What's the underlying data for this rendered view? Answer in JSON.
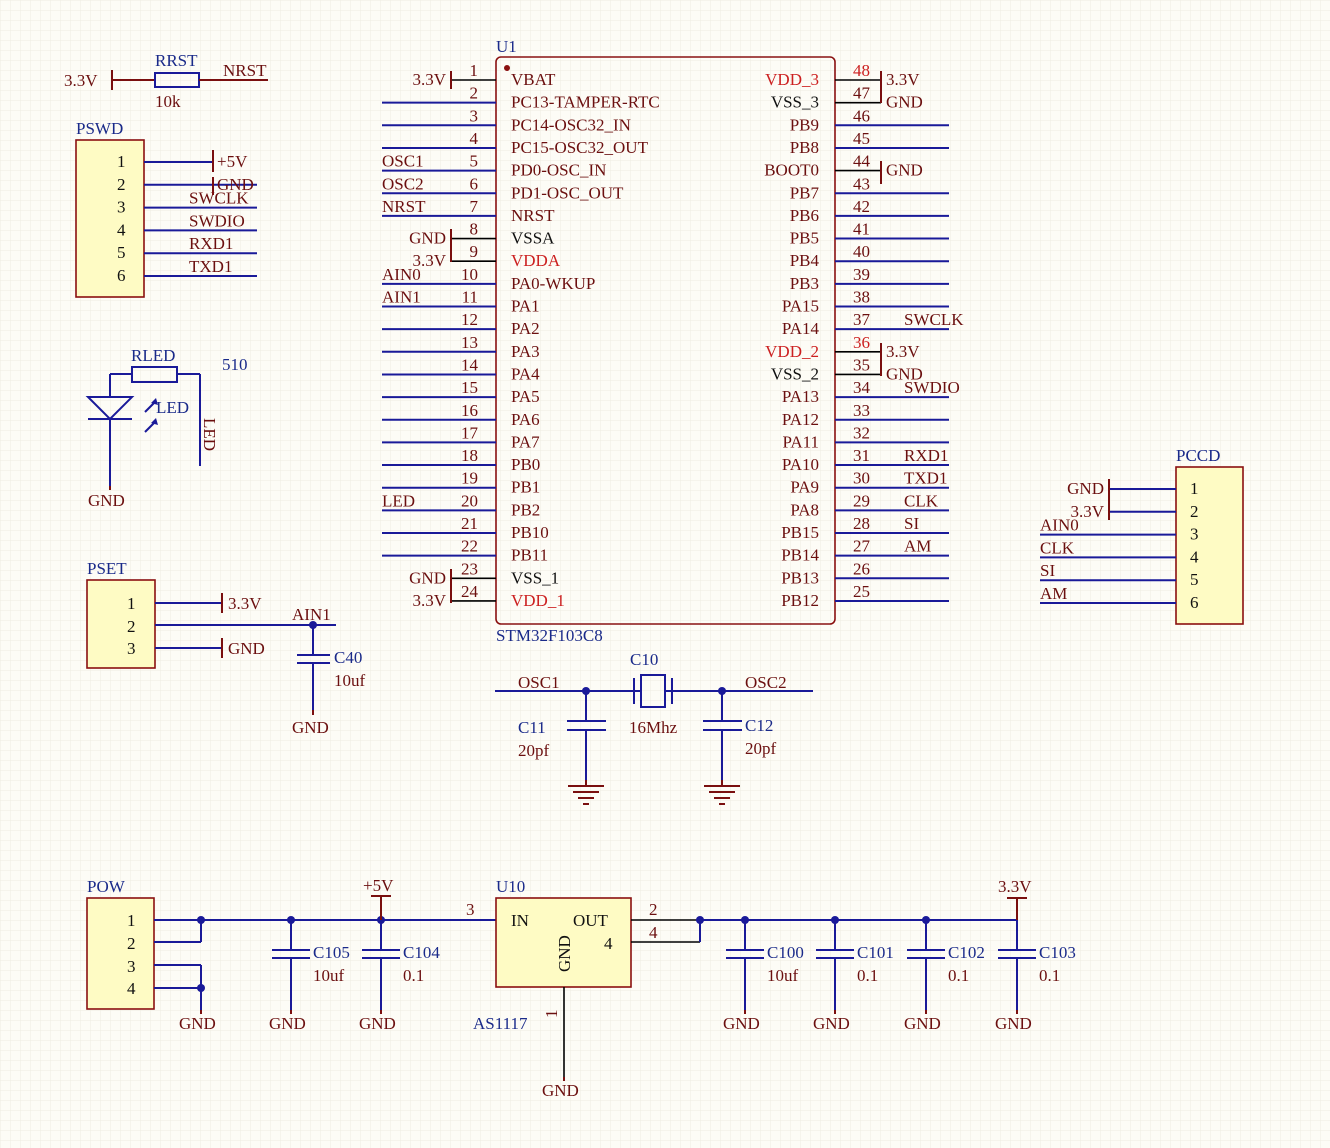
{
  "u1": {
    "designator": "U1",
    "part": "STM32F103C8",
    "left_pins": [
      {
        "num": "1",
        "name": "VBAT",
        "net": "3.3V",
        "name_color": "dark"
      },
      {
        "num": "2",
        "name": "PC13-TAMPER-RTC",
        "net": "",
        "name_color": "dark"
      },
      {
        "num": "3",
        "name": "PC14-OSC32_IN",
        "net": "",
        "name_color": "dark"
      },
      {
        "num": "4",
        "name": "PC15-OSC32_OUT",
        "net": "",
        "name_color": "dark"
      },
      {
        "num": "5",
        "name": "PD0-OSC_IN",
        "net": "OSC1",
        "name_color": "dark"
      },
      {
        "num": "6",
        "name": "PD1-OSC_OUT",
        "net": "OSC2",
        "name_color": "dark"
      },
      {
        "num": "7",
        "name": "NRST",
        "net": "NRST",
        "name_color": "dark"
      },
      {
        "num": "8",
        "name": "VSSA",
        "net": "GND",
        "name_color": "black"
      },
      {
        "num": "9",
        "name": "VDDA",
        "net": "3.3V",
        "name_color": "red"
      },
      {
        "num": "10",
        "name": "PA0-WKUP",
        "net": "AIN0",
        "name_color": "dark"
      },
      {
        "num": "11",
        "name": "PA1",
        "net": "AIN1",
        "name_color": "dark"
      },
      {
        "num": "12",
        "name": "PA2",
        "net": "",
        "name_color": "dark"
      },
      {
        "num": "13",
        "name": "PA3",
        "net": "",
        "name_color": "dark"
      },
      {
        "num": "14",
        "name": "PA4",
        "net": "",
        "name_color": "dark"
      },
      {
        "num": "15",
        "name": "PA5",
        "net": "",
        "name_color": "dark"
      },
      {
        "num": "16",
        "name": "PA6",
        "net": "",
        "name_color": "dark"
      },
      {
        "num": "17",
        "name": "PA7",
        "net": "",
        "name_color": "dark"
      },
      {
        "num": "18",
        "name": "PB0",
        "net": "",
        "name_color": "dark"
      },
      {
        "num": "19",
        "name": "PB1",
        "net": "",
        "name_color": "dark"
      },
      {
        "num": "20",
        "name": "PB2",
        "net": "LED",
        "name_color": "dark"
      },
      {
        "num": "21",
        "name": "PB10",
        "net": "",
        "name_color": "dark"
      },
      {
        "num": "22",
        "name": "PB11",
        "net": "",
        "name_color": "dark"
      },
      {
        "num": "23",
        "name": "VSS_1",
        "net": "GND",
        "name_color": "black"
      },
      {
        "num": "24",
        "name": "VDD_1",
        "net": "3.3V",
        "name_color": "red"
      }
    ],
    "right_pins": [
      {
        "num": "48",
        "name": "VDD_3",
        "net": "3.3V",
        "name_color": "red"
      },
      {
        "num": "47",
        "name": "VSS_3",
        "net": "GND",
        "name_color": "black"
      },
      {
        "num": "46",
        "name": "PB9",
        "net": "",
        "name_color": "dark"
      },
      {
        "num": "45",
        "name": "PB8",
        "net": "",
        "name_color": "dark"
      },
      {
        "num": "44",
        "name": "BOOT0",
        "net": "GND",
        "name_color": "dark"
      },
      {
        "num": "43",
        "name": "PB7",
        "net": "",
        "name_color": "dark"
      },
      {
        "num": "42",
        "name": "PB6",
        "net": "",
        "name_color": "dark"
      },
      {
        "num": "41",
        "name": "PB5",
        "net": "",
        "name_color": "dark"
      },
      {
        "num": "40",
        "name": "PB4",
        "net": "",
        "name_color": "dark"
      },
      {
        "num": "39",
        "name": "PB3",
        "net": "",
        "name_color": "dark"
      },
      {
        "num": "38",
        "name": "PA15",
        "net": "",
        "name_color": "dark"
      },
      {
        "num": "37",
        "name": "PA14",
        "net": "SWCLK",
        "name_color": "dark"
      },
      {
        "num": "36",
        "name": "VDD_2",
        "net": "3.3V",
        "name_color": "red"
      },
      {
        "num": "35",
        "name": "VSS_2",
        "net": "GND",
        "name_color": "black"
      },
      {
        "num": "34",
        "name": "PA13",
        "net": "SWDIO",
        "name_color": "dark"
      },
      {
        "num": "33",
        "name": "PA12",
        "net": "",
        "name_color": "dark"
      },
      {
        "num": "32",
        "name": "PA11",
        "net": "",
        "name_color": "dark"
      },
      {
        "num": "31",
        "name": "PA10",
        "net": "RXD1",
        "name_color": "dark"
      },
      {
        "num": "30",
        "name": "PA9",
        "net": "TXD1",
        "name_color": "dark"
      },
      {
        "num": "29",
        "name": "PA8",
        "net": "CLK",
        "name_color": "dark"
      },
      {
        "num": "28",
        "name": "PB15",
        "net": "SI",
        "name_color": "dark"
      },
      {
        "num": "27",
        "name": "PB14",
        "net": "AM",
        "name_color": "dark"
      },
      {
        "num": "26",
        "name": "PB13",
        "net": "",
        "name_color": "dark"
      },
      {
        "num": "25",
        "name": "PB12",
        "net": "",
        "name_color": "dark"
      }
    ]
  },
  "rrst": {
    "designator": "RRST",
    "value": "10k",
    "left_net": "3.3V",
    "right_net": "NRST"
  },
  "pswd": {
    "designator": "PSWD",
    "pins": [
      "1",
      "2",
      "3",
      "4",
      "5",
      "6"
    ],
    "nets": [
      "+5V",
      "GND",
      "SWCLK",
      "SWDIO",
      "RXD1",
      "TXD1"
    ]
  },
  "led_block": {
    "r_designator": "RLED",
    "r_value": "510",
    "led_designator": "LED",
    "net": "LED",
    "gnd": "GND"
  },
  "pset": {
    "designator": "PSET",
    "pins": [
      "1",
      "2",
      "3"
    ],
    "nets": [
      "3.3V",
      "AIN1",
      "GND"
    ],
    "cap_designator": "C40",
    "cap_value": "10uf",
    "gnd": "GND"
  },
  "crystal": {
    "designator": "C10",
    "value": "16Mhz",
    "left_net": "OSC1",
    "right_net": "OSC2",
    "c_left": "C11",
    "c_left_value": "20pf",
    "c_right": "C12",
    "c_right_value": "20pf"
  },
  "pccd": {
    "designator": "PCCD",
    "pins": [
      "1",
      "2",
      "3",
      "4",
      "5",
      "6"
    ],
    "nets": [
      "GND",
      "3.3V",
      "AIN0",
      "CLK",
      "SI",
      "AM"
    ]
  },
  "power": {
    "pow_designator": "POW",
    "pow_pins": [
      "1",
      "2",
      "3",
      "4"
    ],
    "plus5": "+5V",
    "plus33": "3.3V",
    "gnd": "GND",
    "reg_designator": "U10",
    "reg_part": "AS1117",
    "reg_in": "IN",
    "reg_out": "OUT",
    "reg_gnd": "GND",
    "reg_pin_in": "3",
    "reg_pin_out": "2",
    "reg_pin_tab": "4",
    "reg_pin_gnd": "1",
    "reg_tab_label": "4",
    "caps_in": [
      {
        "name": "C105",
        "value": "10uf"
      },
      {
        "name": "C104",
        "value": "0.1"
      }
    ],
    "caps_out": [
      {
        "name": "C100",
        "value": "10uf"
      },
      {
        "name": "C101",
        "value": "0.1"
      },
      {
        "name": "C102",
        "value": "0.1"
      },
      {
        "name": "C103",
        "value": "0.1"
      }
    ]
  },
  "colors": {
    "background": "#fdfcf6",
    "wire": "#1a1a99",
    "pin_text": "#6b0f0f",
    "label_text": "#1a2a8a",
    "power_pin_text": "#cc2020",
    "body_fill": "#fefbc4",
    "body_stroke": "#8a1010"
  }
}
